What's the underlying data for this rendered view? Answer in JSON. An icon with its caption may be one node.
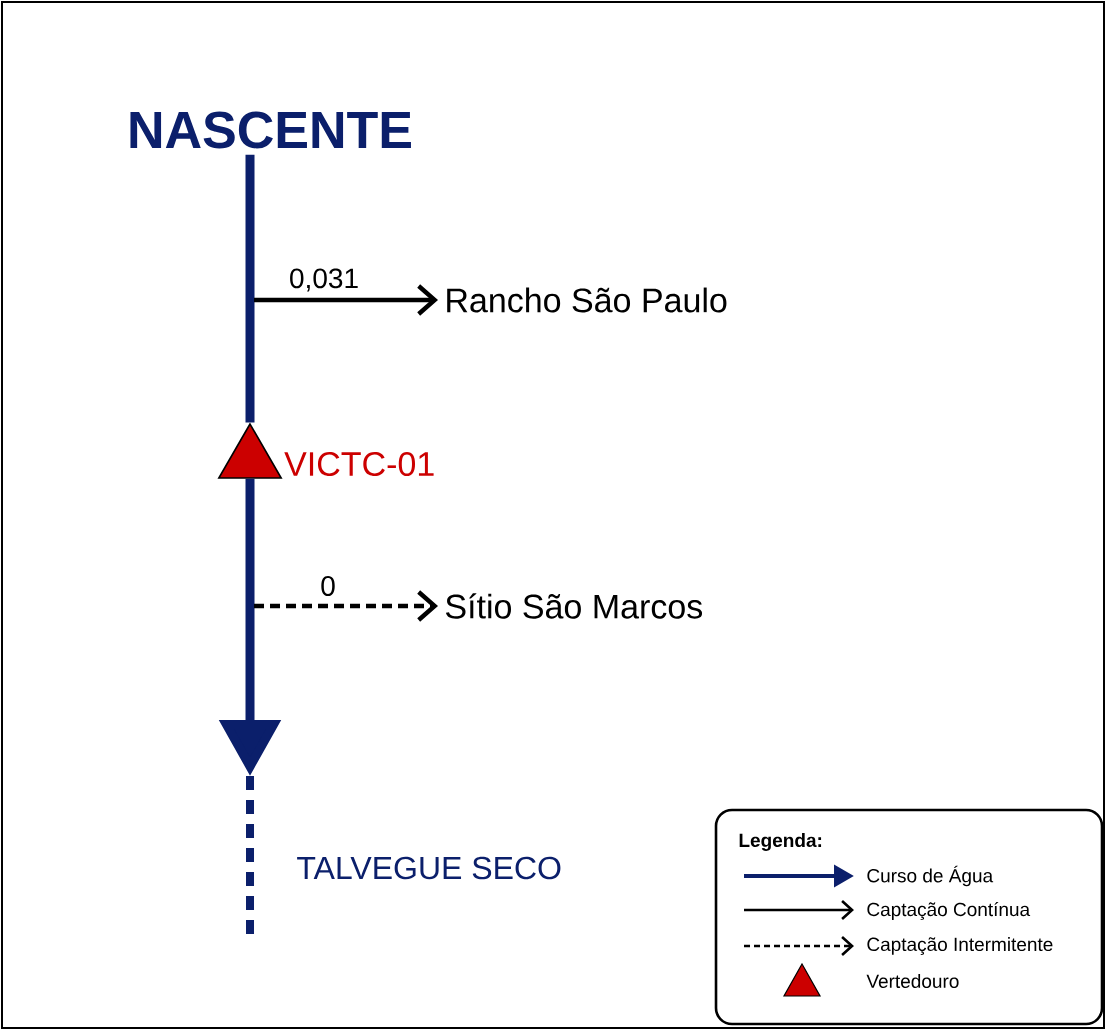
{
  "diagram": {
    "nodes": [
      {
        "text": [
          "NASCENTE"
        ]
      },
      {
        "text": [],
        "shape": "triangle",
        "beside": [
          "VICTC-01"
        ]
      },
      {
        "text": [
          "Rancho São Paulo"
        ]
      },
      {
        "text": [
          "Sítio São Marcos"
        ]
      }
    ],
    "edges": [
      {
        "from": 0,
        "to": 1,
        "arrow": "none",
        "style": "thick",
        "color": "#0b1f6b"
      },
      {
        "from": 1,
        "to": null,
        "arrow": "to",
        "style": "thick",
        "color": "#0b1f6b"
      },
      {
        "from": null,
        "to": 2,
        "arrow": "to",
        "label": "0,031",
        "color": "#000000"
      },
      {
        "from": null,
        "to": 3,
        "arrow": "to",
        "label": "0",
        "style": "dashed",
        "color": "#000000"
      }
    ],
    "labels": [
      "TALVEGUE SECO",
      "Legenda:"
    ],
    "legend": [
      {
        "text": "Curso de Água"
      },
      {
        "text": "Captação Contínua"
      },
      {
        "text": "Captação Intermitente"
      },
      {
        "text": "Vertedouro"
      }
    ]
  }
}
